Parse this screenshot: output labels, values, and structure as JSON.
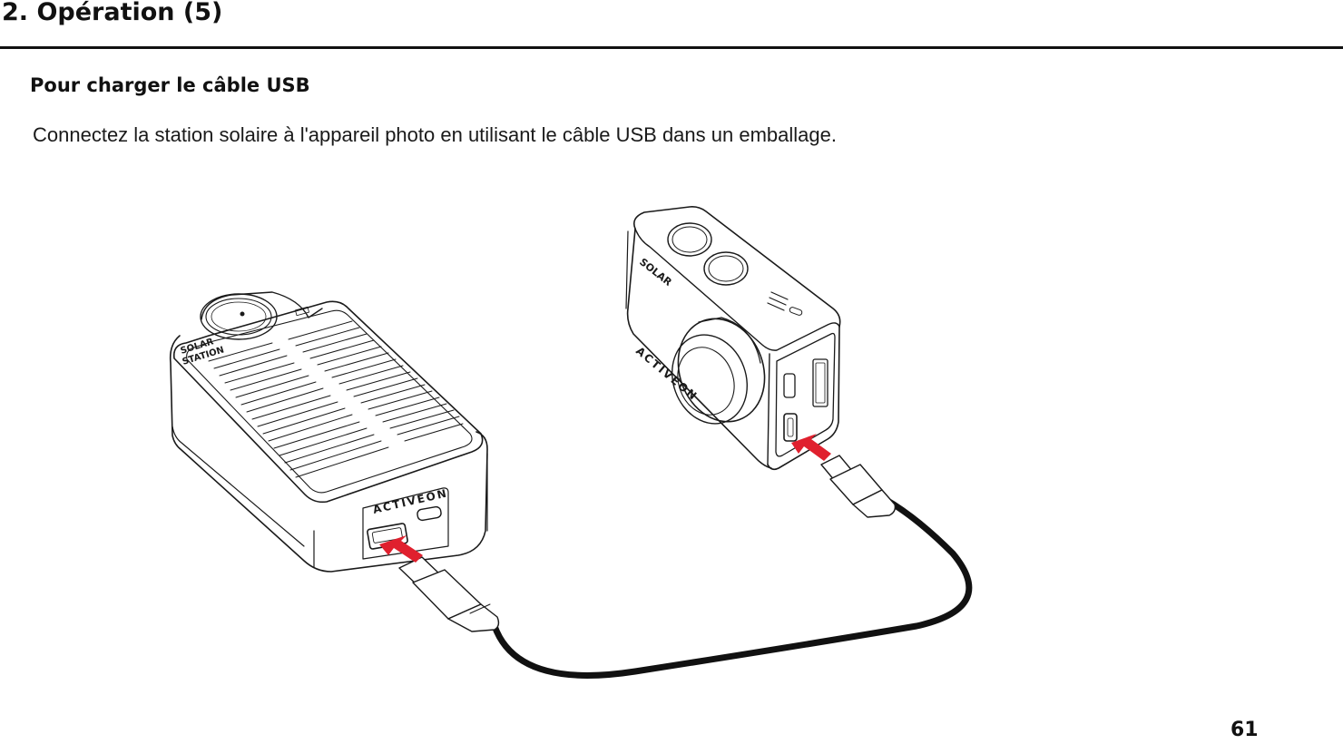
{
  "page": {
    "section_title": "2. Opération (5)",
    "subtitle": "Pour charger le câble USB",
    "instruction": "Connectez la station solaire à l'appareil photo en utilisant le câble USB dans un emballage.",
    "page_number": "61"
  },
  "illustration": {
    "solar_station_label_line1": "SOLAR",
    "solar_station_label_line2": "STATION",
    "solar_station_brand": "ACTIVEON",
    "camera_brand": "ACTIVEON",
    "camera_model": "SOLAR",
    "arrow_color": "#e0202e",
    "cable_color": "#111111"
  }
}
